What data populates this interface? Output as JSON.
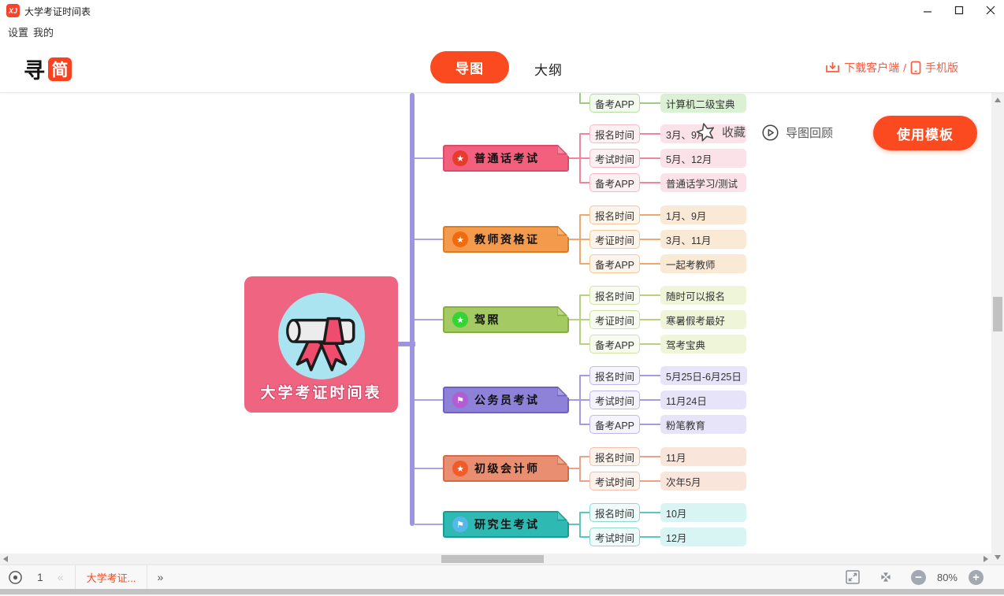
{
  "window": {
    "title": "大学考证时间表",
    "app_badge": "XJ",
    "menu": {
      "settings": "设置",
      "mine": "我的"
    }
  },
  "header": {
    "logo": {
      "char1": "寻",
      "char2": "简"
    },
    "tabs": {
      "map": "导图",
      "outline": "大纲"
    },
    "links": {
      "download": "下载客户端",
      "separator": "/",
      "mobile": "手机版"
    }
  },
  "overlay": {
    "favorite": "收藏",
    "review": "导图回顾",
    "use_template": "使用模板"
  },
  "statusbar": {
    "sheet_number": "1",
    "prev": "«",
    "active_tab": "大学考证...",
    "next": "»",
    "zoom_level": "80%",
    "zoom_out": "−",
    "zoom_in": "+"
  },
  "colors": {
    "accent": "#fb4a1f",
    "trunk": "#9d95df"
  },
  "mindmap": {
    "root": {
      "label": "大学考证时间表",
      "fill": "#ef6480",
      "circle": "#a9e4f0",
      "ribbon": "#f04c6e",
      "scroll": "#ececec"
    },
    "branches": [
      {
        "colors": {
          "line": "#9ccd84",
          "label_border": "#b9dda3",
          "label_fill": "#f3faee",
          "value_fill": "#dbf1d4"
        },
        "rows": [
          {
            "key": "备考APP",
            "value": "计算机二级宝典"
          }
        ]
      },
      {
        "label": "普通话考试",
        "icon_glyph": "★",
        "colors": {
          "fill": "#f2607e",
          "border": "#da4a6a",
          "flap": "#f78ba2",
          "line": "#f2849e",
          "icon_bg": "#e73b2b",
          "label_border": "#f6b9c8",
          "label_fill": "#fdf0f3",
          "value_fill": "#fbe2e9"
        },
        "rows": [
          {
            "key": "报名时间",
            "value": "3月、9月"
          },
          {
            "key": "考试时间",
            "value": "5月、12月"
          },
          {
            "key": "备考APP",
            "value": "普通话学习/测试"
          }
        ]
      },
      {
        "label": "教师资格证",
        "icon_glyph": "★",
        "colors": {
          "fill": "#f49a4c",
          "border": "#da7e23",
          "flap": "#f7b77a",
          "line": "#f0a96d",
          "icon_bg": "#f26a0e",
          "label_border": "#f5c897",
          "label_fill": "#fdf5eb",
          "value_fill": "#fae9d5"
        },
        "rows": [
          {
            "key": "报名时间",
            "value": "1月、9月"
          },
          {
            "key": "考证时间",
            "value": "3月、11月"
          },
          {
            "key": "备考APP",
            "value": "一起考教师"
          }
        ]
      },
      {
        "label": "驾照",
        "icon_glyph": "★",
        "colors": {
          "fill": "#a3ca63",
          "border": "#85ae3e",
          "flap": "#bcd887",
          "line": "#b5d37e",
          "icon_bg": "#33d433",
          "label_border": "#cfe3a9",
          "label_fill": "#f8fbf0",
          "value_fill": "#eef5d9"
        },
        "rows": [
          {
            "key": "报名时间",
            "value": "随时可以报名"
          },
          {
            "key": "考证时间",
            "value": "寒暑假考最好"
          },
          {
            "key": "备考APP",
            "value": "驾考宝典"
          }
        ]
      },
      {
        "label": "公务员考试",
        "icon_glyph": "⚑",
        "colors": {
          "fill": "#8d81d8",
          "border": "#6e61c3",
          "flap": "#a89de4",
          "line": "#a59be2",
          "icon_bg": "#b55cd4",
          "label_border": "#c0b7eb",
          "label_fill": "#f5f3fc",
          "value_fill": "#e7e3f8"
        },
        "rows": [
          {
            "key": "报名时间",
            "value": "5月25日-6月25日"
          },
          {
            "key": "考试时间",
            "value": "11月24日"
          },
          {
            "key": "备考APP",
            "value": "粉笔教育"
          }
        ]
      },
      {
        "label": "初级会计师",
        "icon_glyph": "★",
        "colors": {
          "fill": "#e98e71",
          "border": "#d26b47",
          "flap": "#f0a88d",
          "line": "#eca287",
          "icon_bg": "#f25b28",
          "label_border": "#f3c1ad",
          "label_fill": "#fdf2ec",
          "value_fill": "#fae5da"
        },
        "rows": [
          {
            "key": "报名时间",
            "value": "11月"
          },
          {
            "key": "考试时间",
            "value": "次年5月"
          }
        ]
      },
      {
        "label": "研究生考试",
        "icon_glyph": "⚑",
        "colors": {
          "fill": "#2eb9b2",
          "border": "#179b95",
          "flap": "#5fcac3",
          "line": "#5ec6c0",
          "icon_bg": "#56b7ea",
          "label_border": "#8fd8d3",
          "label_fill": "#effbfa",
          "value_fill": "#d8f5f3"
        },
        "rows": [
          {
            "key": "报名时间",
            "value": "10月"
          },
          {
            "key": "考试时间",
            "value": "12月"
          }
        ]
      }
    ]
  }
}
